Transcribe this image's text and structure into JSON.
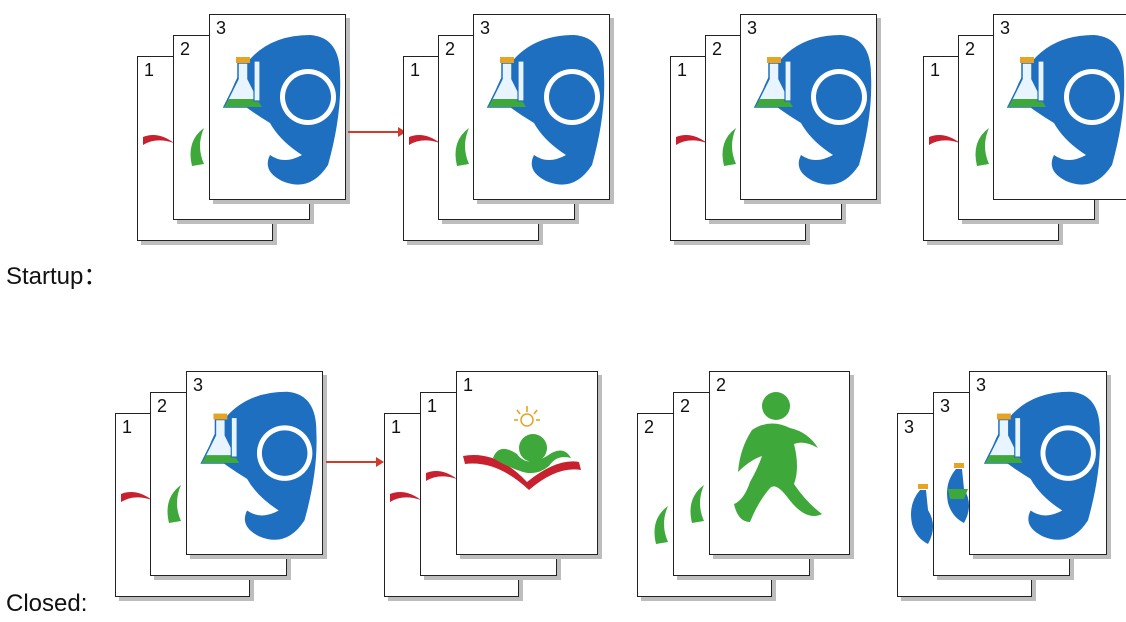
{
  "rows": [
    {
      "label": "Startup：",
      "stacks": [
        {
          "pages": [
            "1",
            "2",
            "3"
          ],
          "fronts": [
            "red-swoosh",
            "green-runner",
            "flask-logo"
          ]
        },
        {
          "pages": [
            "1",
            "2",
            "3"
          ],
          "fronts": [
            "red-swoosh",
            "green-runner",
            "flask-logo"
          ]
        },
        {
          "pages": [
            "1",
            "2",
            "3"
          ],
          "fronts": [
            "red-swoosh",
            "green-runner",
            "flask-logo"
          ]
        },
        {
          "pages": [
            "1",
            "2",
            "3"
          ],
          "fronts": [
            "red-swoosh",
            "green-runner",
            "flask-logo"
          ]
        }
      ]
    },
    {
      "label": "Closed:",
      "stacks": [
        {
          "pages": [
            "1",
            "2",
            "3"
          ],
          "fronts": [
            "red-swoosh",
            "green-runner",
            "flask-logo"
          ]
        },
        {
          "pages": [
            "1",
            "1",
            "1"
          ],
          "fronts": [
            "red-swoosh",
            "red-swoosh",
            "reader-logo"
          ]
        },
        {
          "pages": [
            "2",
            "2",
            "2"
          ],
          "fronts": [
            "green-runner",
            "green-runner",
            "runner-logo"
          ]
        },
        {
          "pages": [
            "3",
            "3",
            "3"
          ],
          "fronts": [
            "flask-logo",
            "flask-logo",
            "flask-logo"
          ]
        }
      ]
    }
  ],
  "colors": {
    "blue": "#1f6fc0",
    "green": "#3ea83a",
    "red": "#c8202f",
    "arrow": "#d23a2a"
  }
}
